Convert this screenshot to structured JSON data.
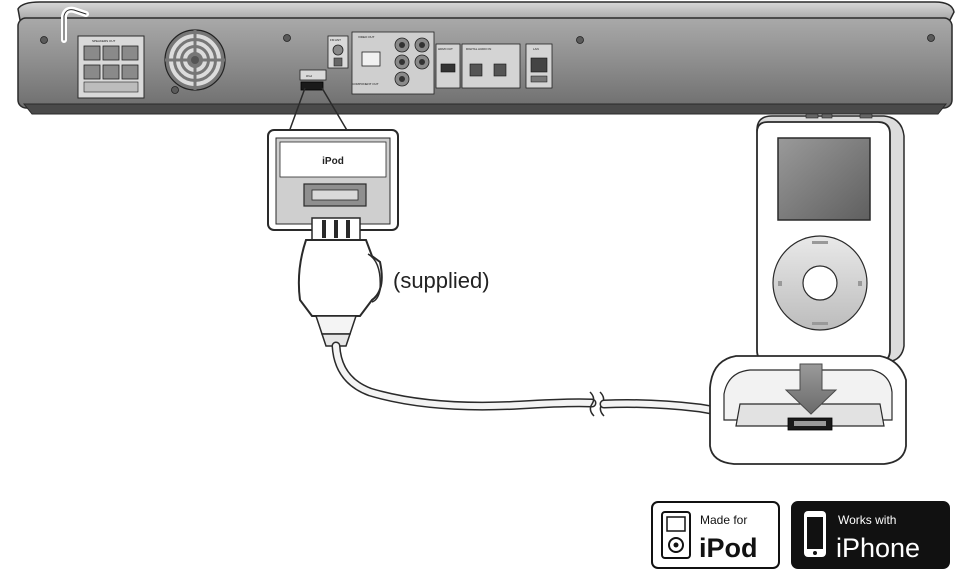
{
  "callout": {
    "cable_note": "(supplied)"
  },
  "connector": {
    "label": "iPod"
  },
  "player_panel": {
    "speaker_out_label": "SPEAKERS OUT",
    "ipod_port_label": "iPod",
    "fm_ant_label": "FM ANT",
    "video_out_label": "VIDEO OUT",
    "component_out_label": "COMPONENT OUT",
    "hdmi_out_label": "HDMI OUT",
    "digital_in_label": "DIGITAL AUDIO IN",
    "lan_label": "LAN"
  },
  "badges": {
    "ipod": {
      "line1": "Made for",
      "line2": "iPod"
    },
    "iphone": {
      "line1": "Works with",
      "line2": "iPhone"
    }
  },
  "colors": {
    "outline": "#2a2a2a",
    "panel_gray": "#8c8c8c",
    "panel_dark": "#5e5e5e",
    "dock_arrow": "#7a7a7a",
    "badge_dark": "#111111"
  }
}
